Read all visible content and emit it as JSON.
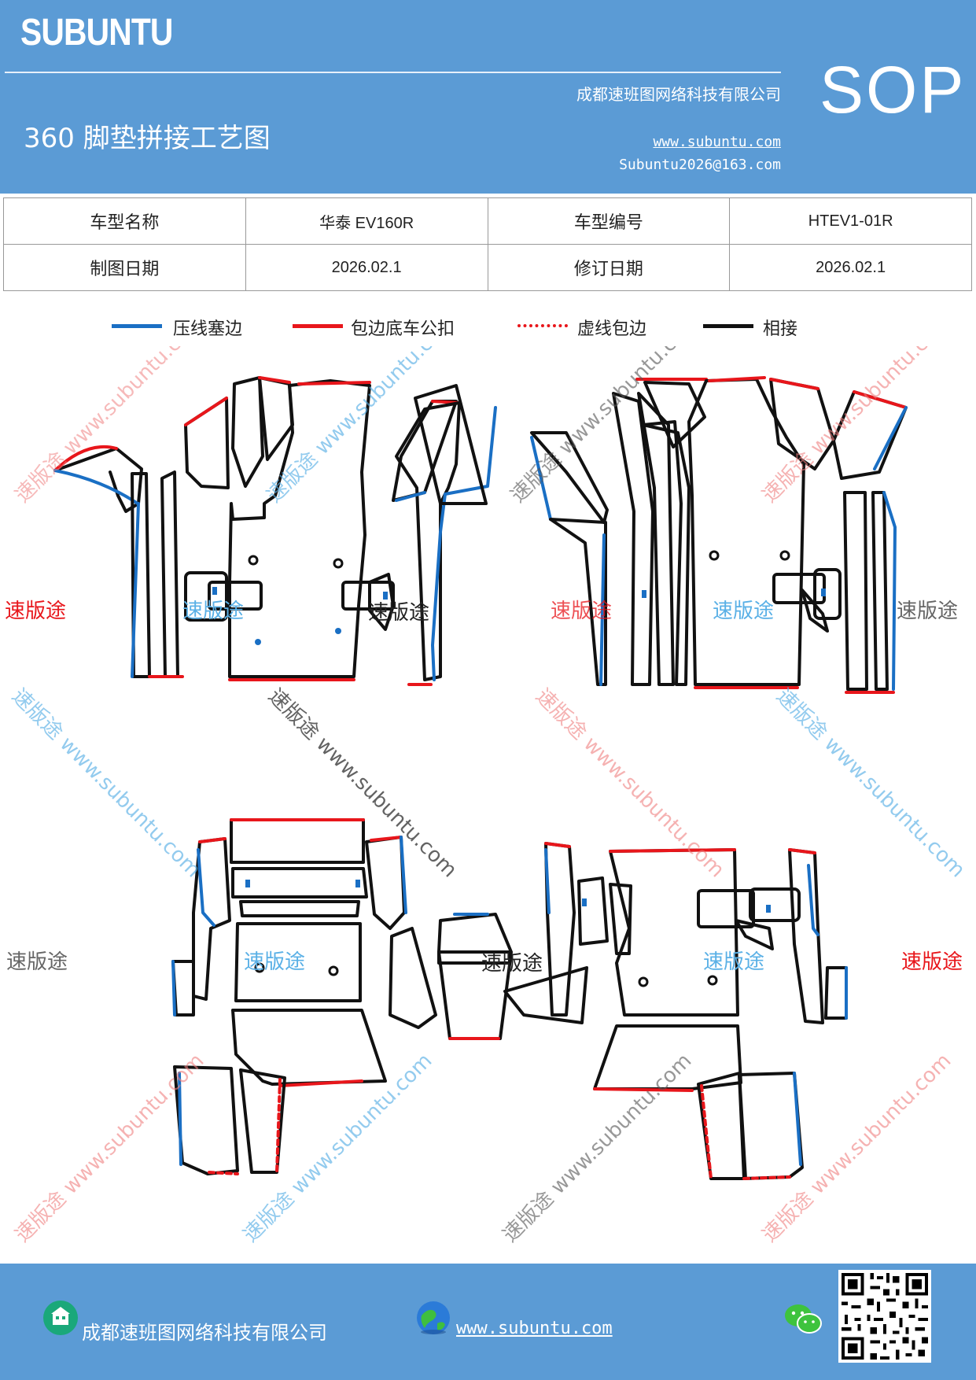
{
  "header": {
    "brand": "SUBUNTU",
    "doc_type": "SOP",
    "company": "成都速班图网络科技有限公司",
    "title": "360 脚垫拼接工艺图",
    "website": "www.subuntu.com",
    "email": "Subuntu2026@163.com"
  },
  "info_table": {
    "rows": [
      {
        "label1": "车型名称",
        "value1": "华泰 EV160R",
        "label2": "车型编号",
        "value2": "HTEV1-01R"
      },
      {
        "label1": "制图日期",
        "value1": "2026.02.1",
        "label2": "修订日期",
        "value2": "2026.02.1"
      }
    ]
  },
  "legend": {
    "items": [
      {
        "label": "压线塞边",
        "color": "#1a6fc4",
        "style": "solid"
      },
      {
        "label": "包边底车公扣",
        "color": "#e8161b",
        "style": "solid"
      },
      {
        "label": "虚线包边",
        "color": "#e8161b",
        "style": "dotted"
      },
      {
        "label": "相接",
        "color": "#111111",
        "style": "solid"
      }
    ]
  },
  "watermarks": {
    "brand_cn": "速版途",
    "diagonal": "速版途 www.subuntu.com"
  },
  "footer": {
    "company": "成都速班图网络科技有限公司",
    "website": "www.subuntu.com",
    "icons": [
      "company-icon",
      "globe-icon",
      "wechat-icon",
      "qr-code"
    ]
  },
  "colors": {
    "header_bg": "#5b9bd5",
    "blue_edge": "#1a6fc4",
    "red_edge": "#e8161b"
  }
}
